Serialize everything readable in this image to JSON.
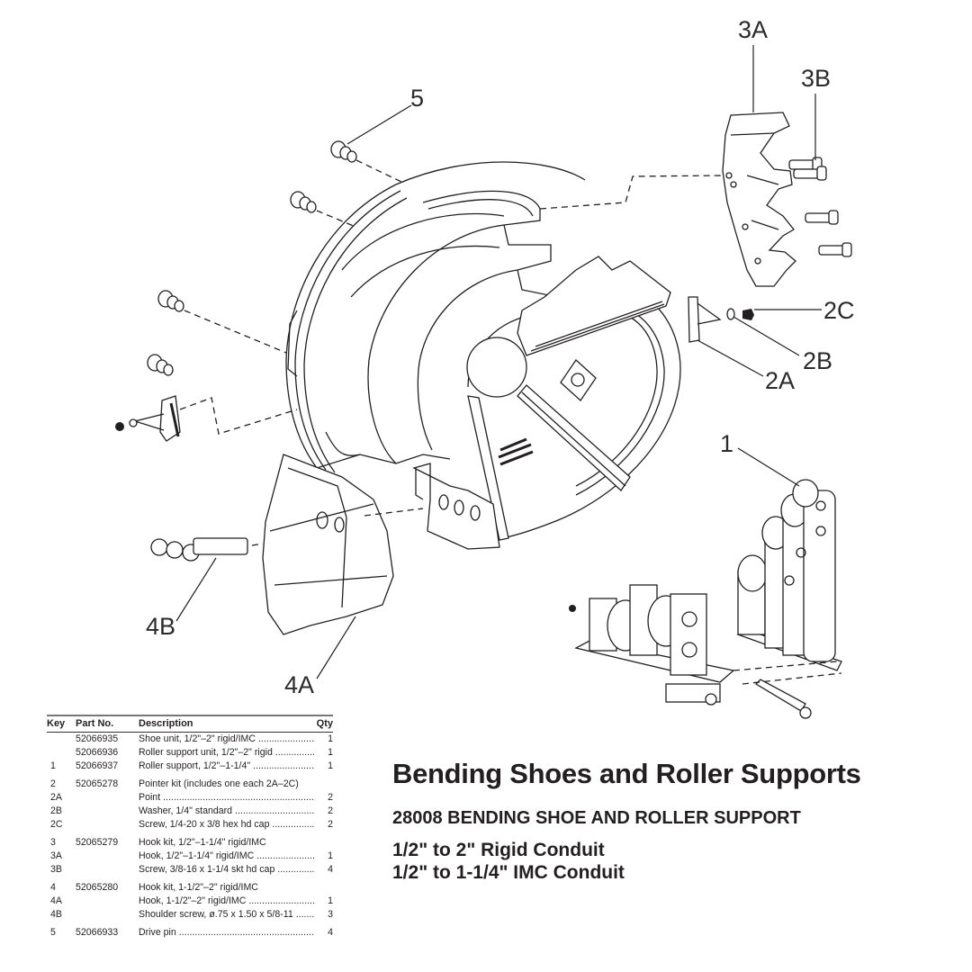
{
  "diagram": {
    "callouts": {
      "c3A": "3A",
      "c3B": "3B",
      "c5": "5",
      "c2C": "2C",
      "c2B": "2B",
      "c2A": "2A",
      "c1": "1",
      "c4B": "4B",
      "c4A": "4A"
    },
    "callout_color": "#2b2b2b",
    "line_color": "#231f20"
  },
  "table": {
    "headers": {
      "key": "Key",
      "part_no": "Part No.",
      "description": "Description",
      "qty": "Qty"
    },
    "rows": [
      {
        "key": "",
        "part_no": "52066935",
        "description": "Shoe unit, 1/2\"–2\" rigid/IMC",
        "qty": "1"
      },
      {
        "key": "",
        "part_no": "52066936",
        "description": "Roller support unit, 1/2\"–2\" rigid",
        "qty": "1"
      },
      {
        "key": "1",
        "part_no": "52066937",
        "description": "Roller support, 1/2\"–1-1/4\"",
        "qty": "1"
      },
      {
        "key": "2",
        "part_no": "52065278",
        "description": "Pointer kit (includes one each 2A–2C)",
        "qty": ""
      },
      {
        "key": "2A",
        "part_no": "",
        "description": "Point",
        "qty": "2"
      },
      {
        "key": "2B",
        "part_no": "",
        "description": "Washer, 1/4\" standard",
        "qty": "2"
      },
      {
        "key": "2C",
        "part_no": "",
        "description": "Screw, 1/4-20 x 3/8 hex hd cap",
        "qty": "2"
      },
      {
        "key": "3",
        "part_no": "52065279",
        "description": "Hook kit, 1/2\"–1-1/4\" rigid/IMC",
        "qty": ""
      },
      {
        "key": "3A",
        "part_no": "",
        "description": "Hook, 1/2\"–1-1/4\" rigid/IMC",
        "qty": "1"
      },
      {
        "key": "3B",
        "part_no": "",
        "description": "Screw, 3/8-16 x 1-1/4 skt hd cap",
        "qty": "4"
      },
      {
        "key": "4",
        "part_no": "52065280",
        "description": "Hook kit, 1-1/2\"–2\" rigid/IMC",
        "qty": ""
      },
      {
        "key": "4A",
        "part_no": "",
        "description": "Hook, 1-1/2\"–2\" rigid/IMC",
        "qty": "1"
      },
      {
        "key": "4B",
        "part_no": "",
        "description": "Shoulder screw, ø.75 x 1.50 x 5/8-11",
        "qty": "3"
      },
      {
        "key": "5",
        "part_no": "52066933",
        "description": "Drive pin",
        "qty": "4"
      }
    ]
  },
  "title_block": {
    "main_title": "Bending Shoes and Roller Supports",
    "subtitle": "28008 BENDING SHOE AND ROLLER SUPPORT",
    "conduit_lines": [
      "1/2\" to 2\" Rigid Conduit",
      "1/2\" to 1-1/4\" IMC Conduit"
    ]
  }
}
